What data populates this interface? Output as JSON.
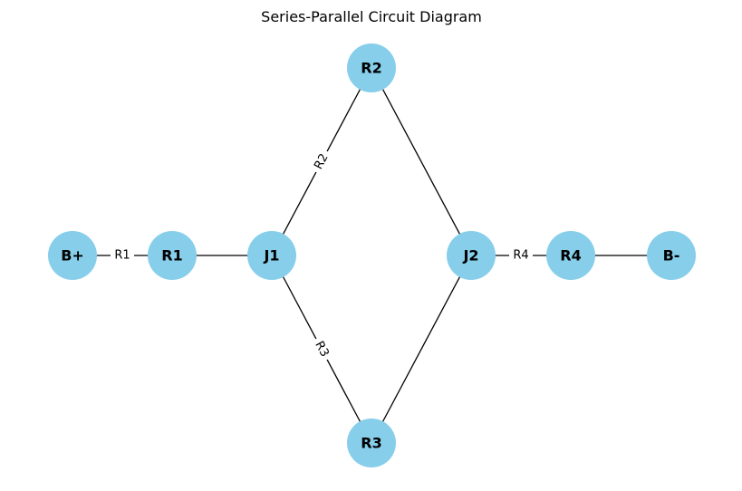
{
  "title": "Series-Parallel Circuit Diagram",
  "colors": {
    "node_fill": "#87CEEB",
    "edge": "#000000",
    "label_bg": "#ffffff"
  },
  "nodes": [
    {
      "id": "B+",
      "label": "B+"
    },
    {
      "id": "R1",
      "label": "R1"
    },
    {
      "id": "J1",
      "label": "J1"
    },
    {
      "id": "R2",
      "label": "R2"
    },
    {
      "id": "R3",
      "label": "R3"
    },
    {
      "id": "J2",
      "label": "J2"
    },
    {
      "id": "R4",
      "label": "R4"
    },
    {
      "id": "B-",
      "label": "B-"
    }
  ],
  "edges": [
    {
      "from": "B+",
      "to": "R1",
      "label": "R1"
    },
    {
      "from": "R1",
      "to": "J1",
      "label": ""
    },
    {
      "from": "J1",
      "to": "R2",
      "label": "R2"
    },
    {
      "from": "J1",
      "to": "R3",
      "label": "R3"
    },
    {
      "from": "R2",
      "to": "J2",
      "label": ""
    },
    {
      "from": "R3",
      "to": "J2",
      "label": ""
    },
    {
      "from": "J2",
      "to": "R4",
      "label": "R4"
    },
    {
      "from": "R4",
      "to": "B-",
      "label": ""
    }
  ]
}
